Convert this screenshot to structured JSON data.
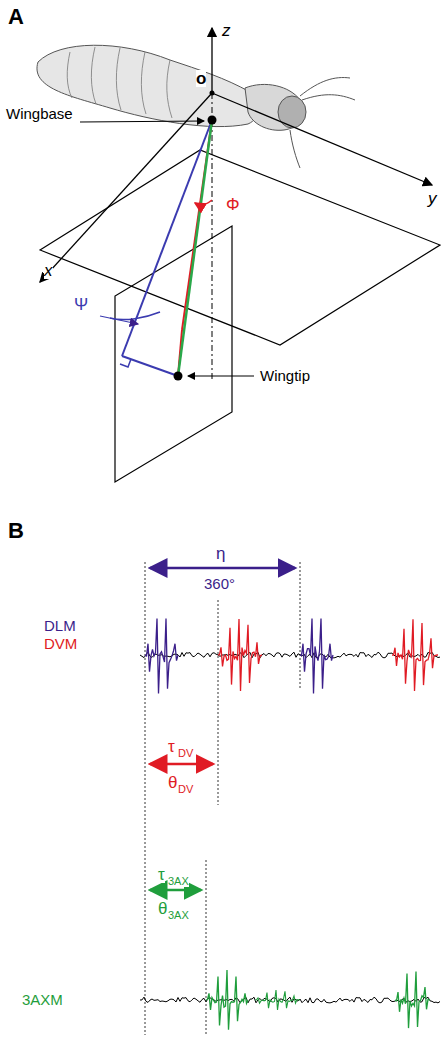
{
  "diagram": {
    "labels": [
      "A",
      "z",
      "o",
      "Wingbase",
      "y",
      "Φ",
      "x",
      "Ψ",
      "Wingtip",
      "B",
      "η",
      "360°",
      "DLM",
      "DVM",
      "τ",
      "DV",
      "θ",
      "DV",
      "τ",
      "3AX",
      "θ",
      "3AX",
      "3AXM"
    ]
  }
}
